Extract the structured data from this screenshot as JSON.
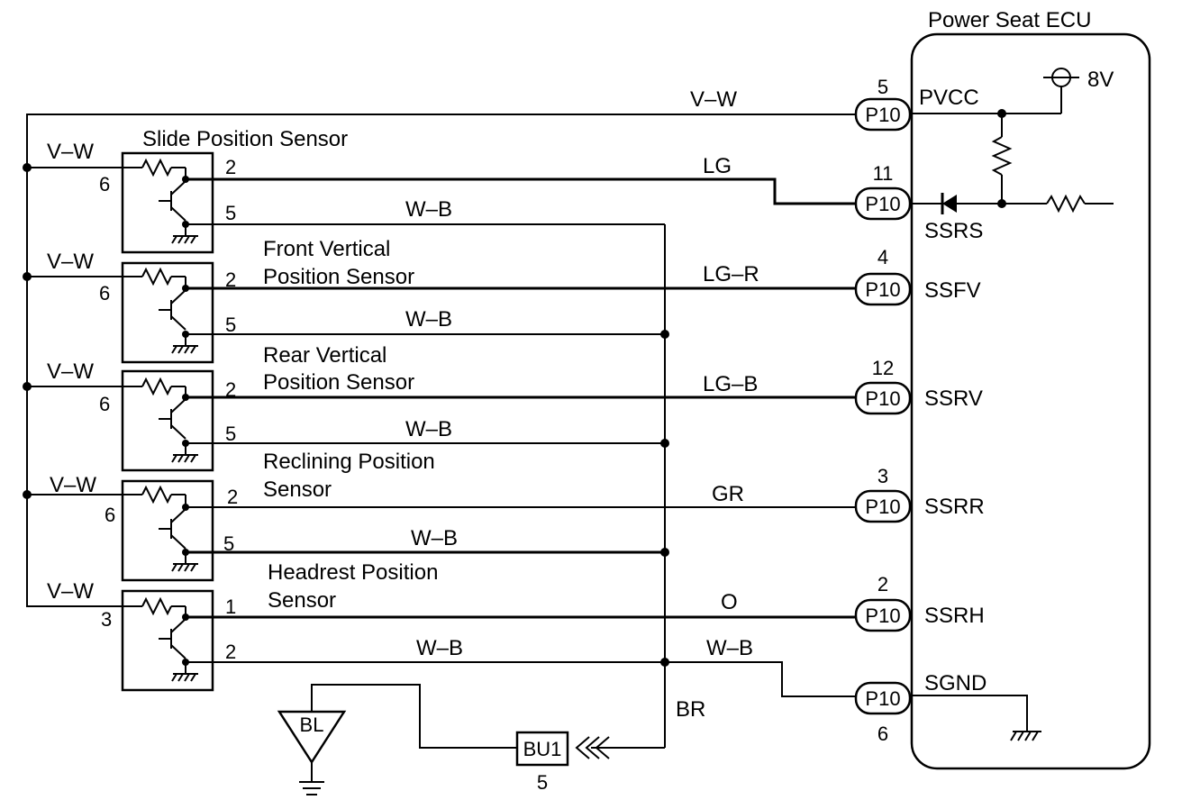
{
  "ecu": {
    "title": "Power Seat ECU",
    "voltage": "8V",
    "terminals": {
      "pvcc": "PVCC",
      "ssrs": "SSRS",
      "ssfv": "SSFV",
      "ssrv": "SSRV",
      "ssrr": "SSRR",
      "ssrh": "SSRH",
      "sgnd": "SGND"
    }
  },
  "connector": "P10",
  "connector_pins": {
    "pvcc": "5",
    "ssrs": "11",
    "ssfv": "4",
    "ssrv": "12",
    "ssrr": "3",
    "ssrh": "2",
    "sgnd": "6"
  },
  "sensors": [
    {
      "name_line1": "Slide Position Sensor",
      "name_line2": "",
      "pin_power": "6",
      "pin_signal": "2",
      "pin_ground": "5",
      "power_wire": "V–W",
      "signal_wire": "LG",
      "ground_wire": "W–B"
    },
    {
      "name_line1": "Front Vertical",
      "name_line2": "Position Sensor",
      "pin_power": "6",
      "pin_signal": "2",
      "pin_ground": "5",
      "power_wire": "V–W",
      "signal_wire": "LG–R",
      "ground_wire": "W–B"
    },
    {
      "name_line1": "Rear Vertical",
      "name_line2": "Position Sensor",
      "pin_power": "6",
      "pin_signal": "2",
      "pin_ground": "5",
      "power_wire": "V–W",
      "signal_wire": "LG–B",
      "ground_wire": "W–B"
    },
    {
      "name_line1": "Reclining Position",
      "name_line2": "Sensor",
      "pin_power": "6",
      "pin_signal": "2",
      "pin_ground": "5",
      "power_wire": "V–W",
      "signal_wire": "GR",
      "ground_wire": "W–B"
    },
    {
      "name_line1": "Headrest Position",
      "name_line2": "Sensor",
      "pin_power": "3",
      "pin_signal": "1",
      "pin_ground": "2",
      "power_wire": "V–W",
      "signal_wire": "O",
      "ground_wire": "W–B"
    }
  ],
  "wires": {
    "pvcc_wire": "V–W",
    "sgnd_wire": "W–B",
    "body_ground_wire": "BR"
  },
  "ground": {
    "label": "BL",
    "junction_connector": "BU1",
    "junction_pin": "5"
  }
}
